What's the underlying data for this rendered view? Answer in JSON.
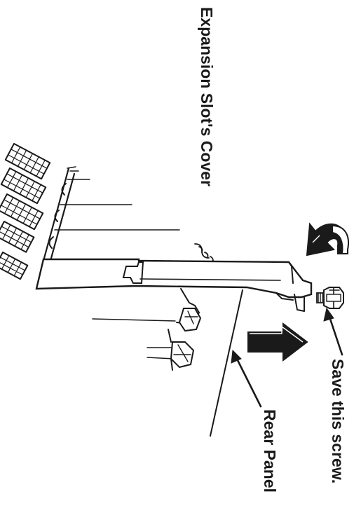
{
  "labels": {
    "expansion_slot_cover": "Expansion Slot's Cover",
    "save_this_screw": "Save this screw.",
    "rear_panel": "Rear Panel"
  },
  "icons": {
    "rotate_arrow": "curved-arrow-icon",
    "pull_arrow": "block-arrow-icon",
    "screw": "screw-icon"
  },
  "colors": {
    "ink": "#1a1a1a",
    "paper": "#ffffff"
  }
}
